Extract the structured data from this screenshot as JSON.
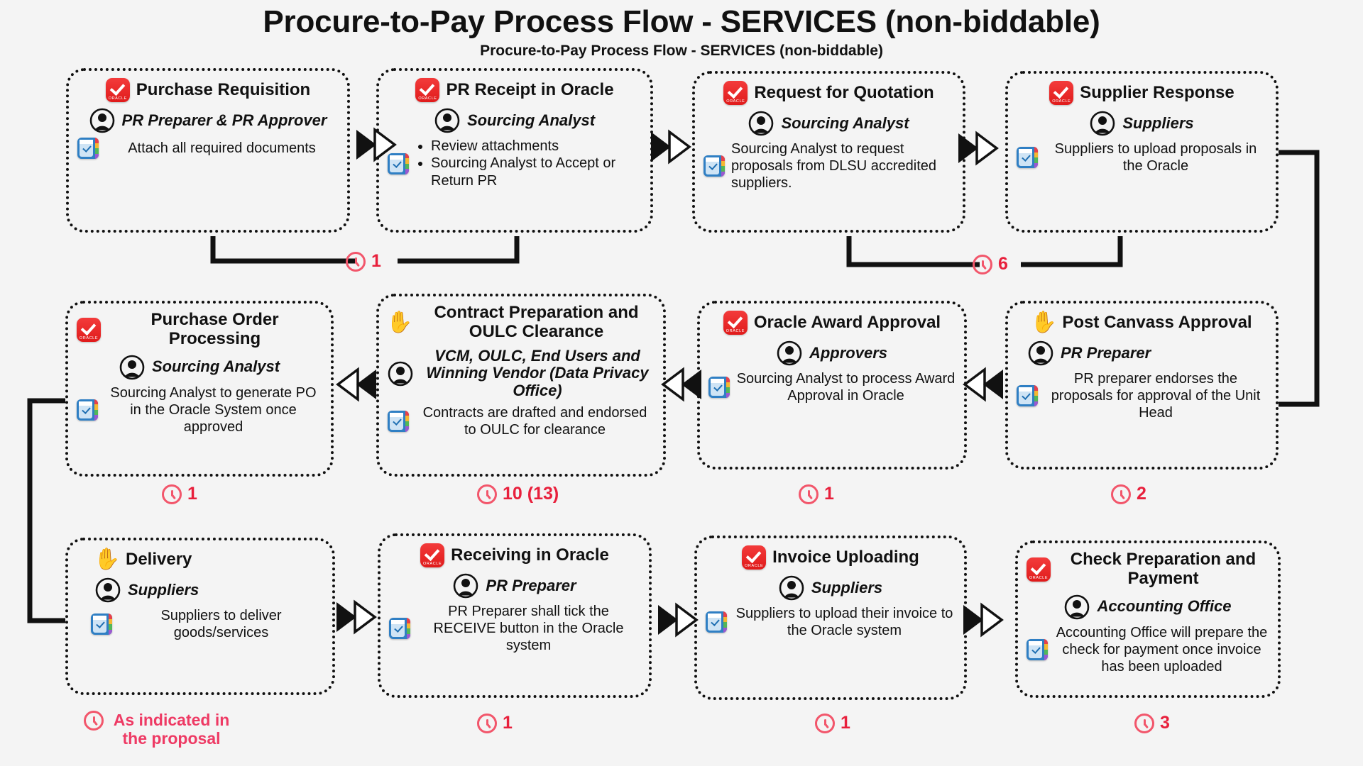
{
  "header": {
    "main_title": "Procure-to-Pay Process Flow - SERVICES (non-biddable)",
    "sub_title": "Procure-to-Pay Process Flow - SERVICES (non-biddable)"
  },
  "colors": {
    "background": "#f4f4f4",
    "box_border": "#111111",
    "oracle_red": "#e01b1b",
    "clock_outline": "#f2566b",
    "clock_value": "#e8203c",
    "proposal_note": "#ee3a64"
  },
  "steps": [
    {
      "id": "purchase-requisition",
      "title": "Purchase Requisition",
      "title_icon": "oracle-check-icon",
      "actor": "PR Preparer & PR Approver",
      "actor_icon": "person-icon",
      "desc_icon": "notes-checklist-icon",
      "desc": "Attach all required documents",
      "bullets": [],
      "duration": "1"
    },
    {
      "id": "pr-receipt-in-oracle",
      "title": "PR Receipt in Oracle",
      "title_icon": "oracle-check-icon",
      "actor": "Sourcing Analyst",
      "actor_icon": "person-icon",
      "desc_icon": "notes-checklist-icon",
      "desc": "",
      "bullets": [
        "Review attachments",
        "Sourcing Analyst to Accept or Return PR"
      ],
      "duration": ""
    },
    {
      "id": "request-for-quotation",
      "title": "Request for Quotation",
      "title_icon": "oracle-check-icon",
      "actor": "Sourcing Analyst",
      "actor_icon": "person-icon",
      "desc_icon": "notes-checklist-icon",
      "desc": "Sourcing Analyst to request proposals from DLSU accredited suppliers.",
      "bullets": [],
      "duration": "6"
    },
    {
      "id": "supplier-response",
      "title": "Supplier Response",
      "title_icon": "oracle-check-icon",
      "actor": "Suppliers",
      "actor_icon": "person-icon",
      "desc_icon": "notes-checklist-icon",
      "desc": "Suppliers to upload proposals in the Oracle",
      "bullets": [],
      "duration": ""
    },
    {
      "id": "post-canvass-approval",
      "title": "Post Canvass Approval",
      "title_icon": "hand-icon",
      "actor": "PR Preparer",
      "actor_icon": "person-icon",
      "desc_icon": "notes-checklist-icon",
      "desc": "PR preparer endorses the proposals for approval of the Unit Head",
      "bullets": [],
      "duration": "2"
    },
    {
      "id": "oracle-award-approval",
      "title": "Oracle Award Approval",
      "title_icon": "oracle-check-icon",
      "actor": "Approvers",
      "actor_icon": "person-icon",
      "desc_icon": "notes-checklist-icon",
      "desc": "Sourcing Analyst to process Award Approval in Oracle",
      "bullets": [],
      "duration": "1"
    },
    {
      "id": "contract-preparation-oulc-clearance",
      "title": "Contract Preparation and OULC Clearance",
      "title_icon": "hand-icon",
      "actor": "VCM, OULC, End Users and Winning Vendor (Data Privacy Office)",
      "actor_icon": "person-icon",
      "desc_icon": "notes-checklist-icon",
      "desc": "Contracts are drafted and endorsed to OULC for clearance",
      "bullets": [],
      "duration": "10  (13)"
    },
    {
      "id": "purchase-order-processing",
      "title": "Purchase Order Processing",
      "title_icon": "oracle-check-icon",
      "actor": "Sourcing Analyst",
      "actor_icon": "person-icon",
      "desc_icon": "notes-checklist-icon",
      "desc": "Sourcing Analyst to generate PO in the Oracle System once approved",
      "bullets": [],
      "duration": "1"
    },
    {
      "id": "delivery",
      "title": "Delivery",
      "title_icon": "hand-icon",
      "actor": "Suppliers",
      "actor_icon": "person-icon",
      "desc_icon": "notes-checklist-icon",
      "desc": "Suppliers to deliver goods/services",
      "bullets": [],
      "duration": "As indicated in the proposal"
    },
    {
      "id": "receiving-in-oracle",
      "title": "Receiving in Oracle",
      "title_icon": "oracle-check-icon",
      "actor": "PR Preparer",
      "actor_icon": "person-icon",
      "desc_icon": "notes-checklist-icon",
      "desc": "PR Preparer shall tick the RECEIVE button in the Oracle system",
      "bullets": [],
      "duration": "1"
    },
    {
      "id": "invoice-uploading",
      "title": "Invoice Uploading",
      "title_icon": "oracle-check-icon",
      "actor": "Suppliers",
      "actor_icon": "person-icon",
      "desc_icon": "notes-checklist-icon",
      "desc": "Suppliers to upload their invoice to the Oracle system",
      "bullets": [],
      "duration": "1"
    },
    {
      "id": "check-preparation-and-payment",
      "title": "Check Preparation and Payment",
      "title_icon": "oracle-check-icon",
      "actor": "Accounting Office",
      "actor_icon": "person-icon",
      "desc_icon": "notes-checklist-icon",
      "desc": "Accounting Office will prepare the check for payment once invoice has been uploaded",
      "bullets": [],
      "duration": "3"
    }
  ],
  "durations": {
    "row1_mid": "1",
    "row1_right": "6",
    "po_processing": "1",
    "contract": "10  (13)",
    "award_approval": "1",
    "post_canvass": "2",
    "delivery": "As indicated in the proposal",
    "receiving": "1",
    "invoice": "1",
    "check_payment": "3"
  }
}
